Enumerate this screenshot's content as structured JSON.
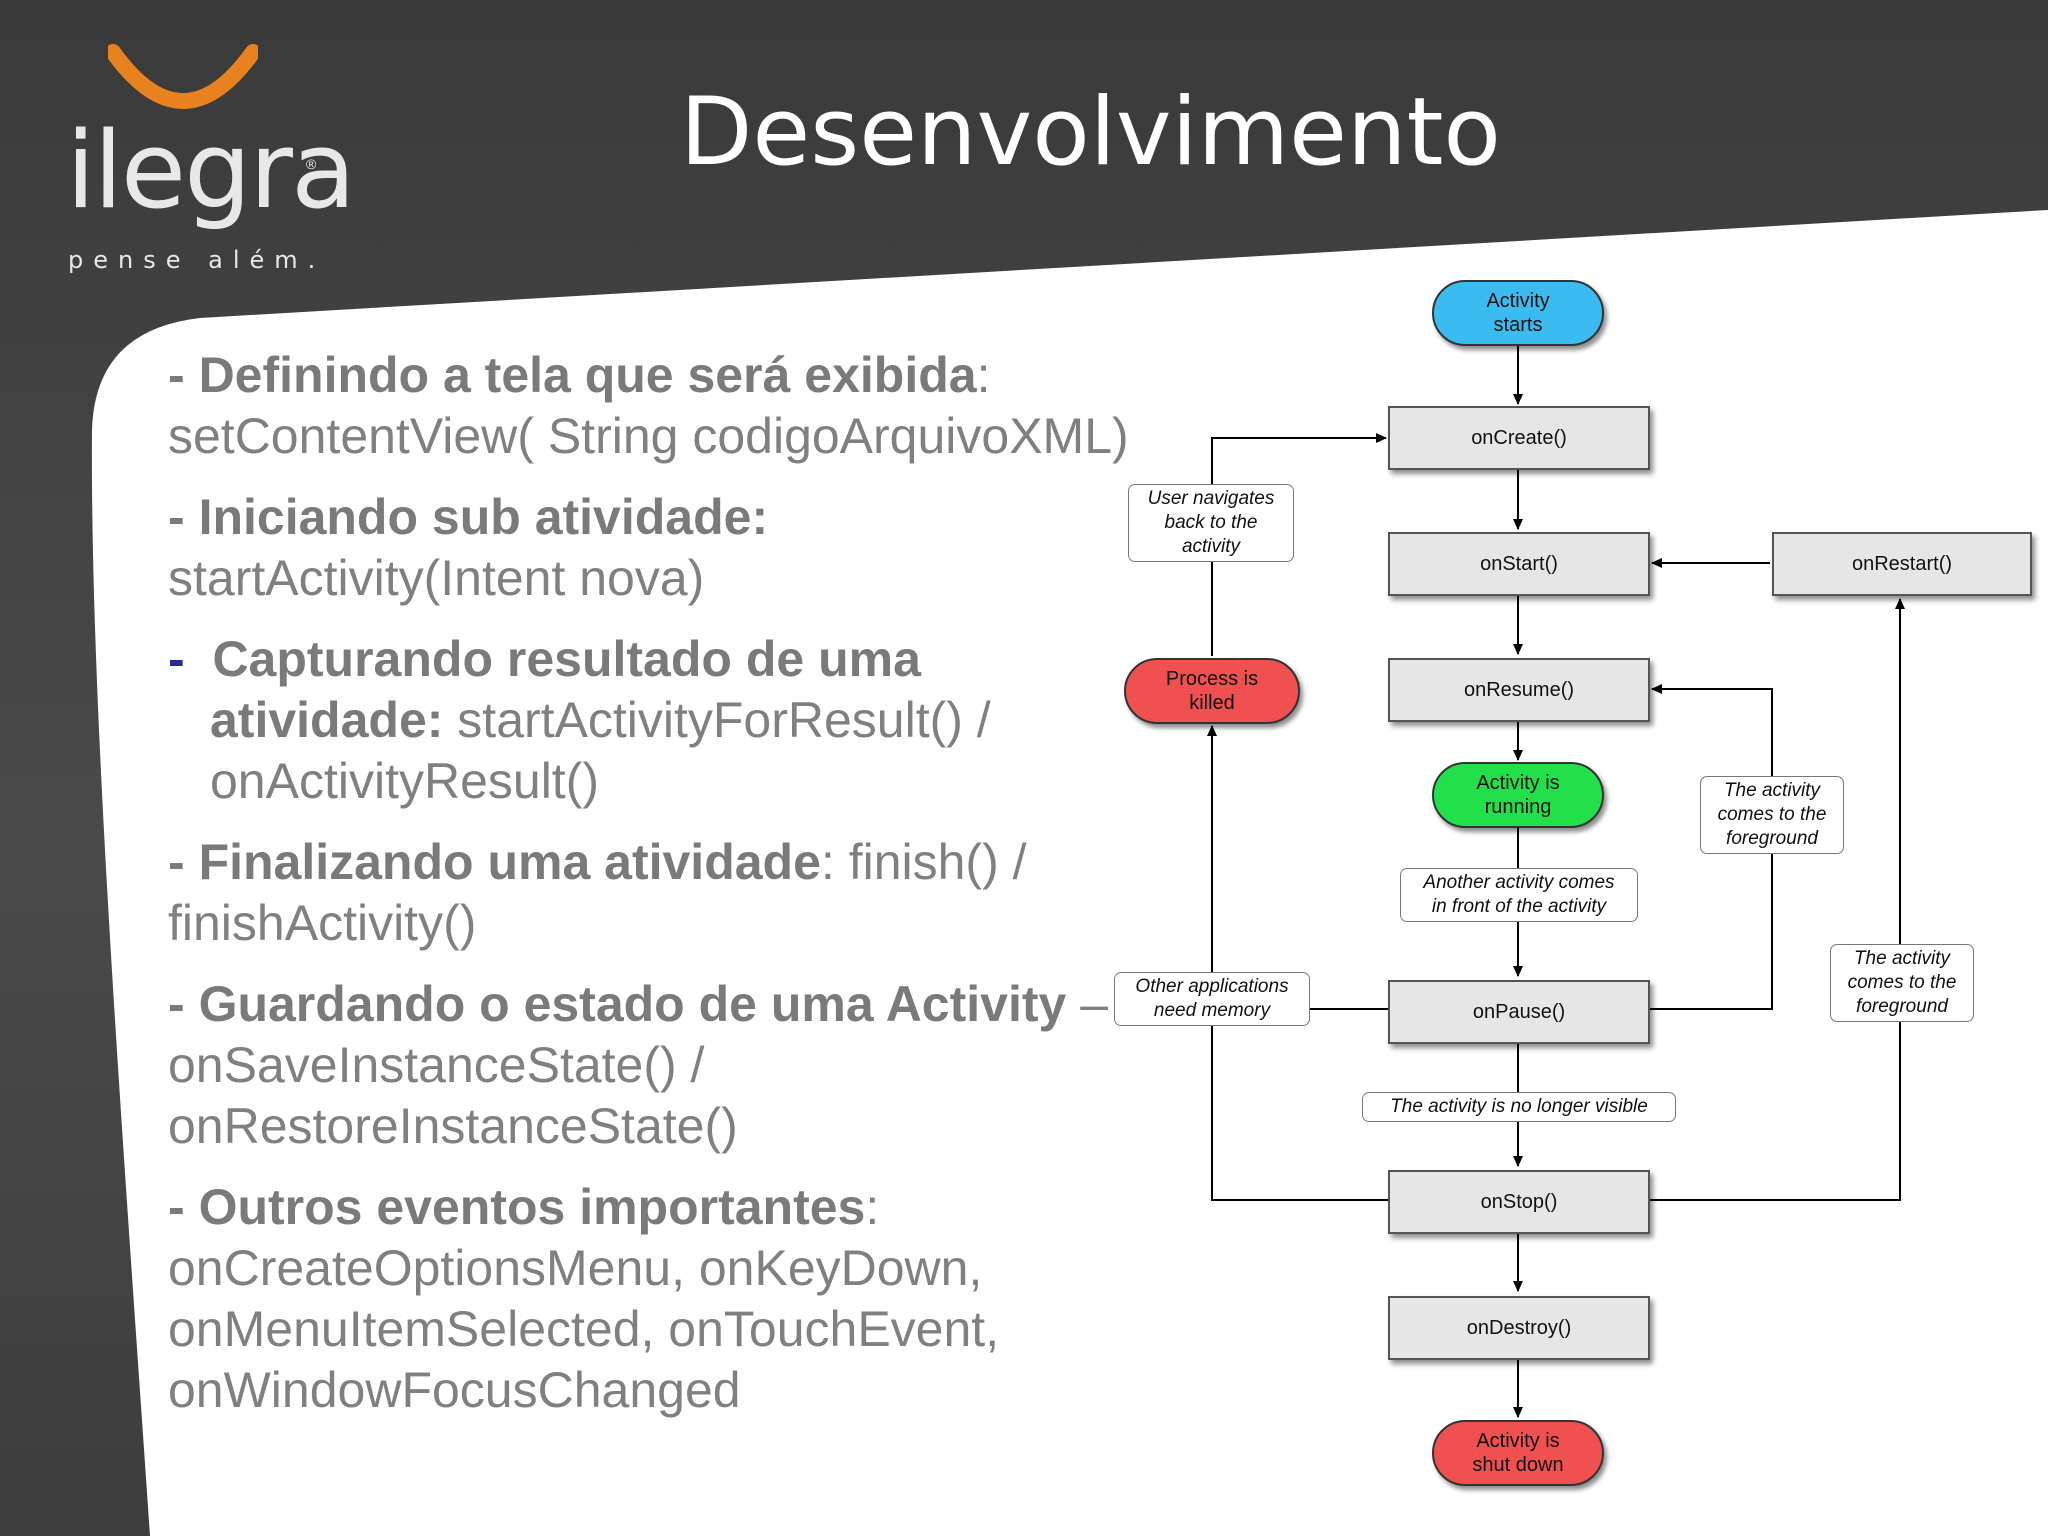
{
  "logo": {
    "word": "ilegra",
    "registered": "®",
    "tagline": "pense além.",
    "accent_color": "#e8821e"
  },
  "title": "Desenvolvimento",
  "bullets": [
    {
      "dash": "-",
      "bold": "Definindo a tela que será exibida",
      "text": ": setContentView( String codigoArquivoXML)"
    },
    {
      "dash": "-",
      "bold": "Iniciando sub atividade:",
      "text": " startActivity(Intent nova)"
    },
    {
      "dash": "-",
      "bold": "Capturando resultado de uma atividade:",
      "text": " startActivityForResult() / onActivityResult()"
    },
    {
      "dash": "-",
      "bold": "Finalizando uma atividade",
      "text": ": finish() / finishActivity()"
    },
    {
      "dash": "-",
      "bold": "Guardando o estado de uma Activity",
      "text": " – onSaveInstanceState() / onRestoreInstanceState()"
    },
    {
      "dash": "-",
      "bold": "Outros eventos importantes",
      "text": ": onCreateOptionsMenu, onKeyDown, onMenuItemSelected, onTouchEvent, onWindowFocusChanged"
    }
  ],
  "diagram": {
    "start": "Activity\nstarts",
    "on_create": "onCreate()",
    "on_start": "onStart()",
    "on_restart": "onRestart()",
    "on_resume": "onResume()",
    "running": "Activity is\nrunning",
    "on_pause": "onPause()",
    "on_stop": "onStop()",
    "on_destroy": "onDestroy()",
    "shut_down": "Activity is\nshut down",
    "process_killed": "Process is\nkilled",
    "note_user_navigates": "User navigates\nback to the\nactivity",
    "note_foreground_1": "The activity\ncomes to the\nforeground",
    "note_another_activity": "Another activity comes\nin front of the activity",
    "note_other_apps": "Other applications\nneed memory",
    "note_no_longer_visible": "The activity is no longer visible",
    "note_foreground_2": "The activity\ncomes to the\nforeground",
    "colors": {
      "start": "#3bbcf0",
      "running": "#22e04a",
      "killed": "#f05050"
    }
  }
}
